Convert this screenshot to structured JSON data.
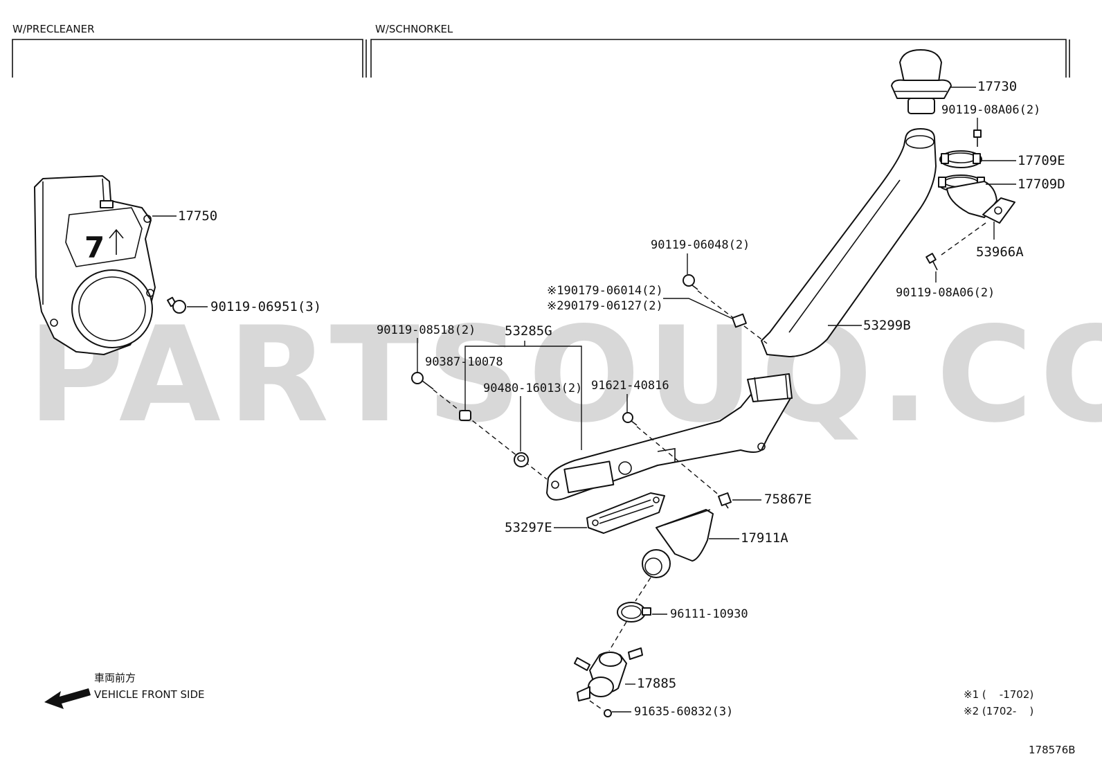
{
  "sections": {
    "left": "W/PRECLEANER",
    "right": "W/SCHNORKEL"
  },
  "watermark": "PARTSOUQ.COM",
  "parts": {
    "p17750": "17750",
    "p90119_06951": "90119-06951(3)",
    "p17730": "17730",
    "p90119_08A06_top": "90119-08A06(2)",
    "p17709E": "17709E",
    "p17709D": "17709D",
    "p53966A": "53966A",
    "p90119_08A06_bot": "90119-08A06(2)",
    "p90119_06048": "90119-06048(2)",
    "p90179_06014": "※190179-06014(2)",
    "p90179_06127": "※290179-06127(2)",
    "p53299B": "53299B",
    "p90119_08518": "90119-08518(2)",
    "p53285G": "53285G",
    "p90387_10078": "90387-10078",
    "p90480_16013": "90480-16013(2)",
    "p91621_40816": "91621-40816",
    "p75867E": "75867E",
    "p53297E": "53297E",
    "p17911A": "17911A",
    "p96111_10930": "96111-10930",
    "p17885": "17885",
    "p91635_60832": "91635-60832(3)"
  },
  "direction": {
    "jp": "車両前方",
    "en": "VEHICLE FRONT SIDE"
  },
  "notes": {
    "n1": "※1 (    -1702)",
    "n2": "※2 (1702-    )"
  },
  "diagram_id": "178576B"
}
